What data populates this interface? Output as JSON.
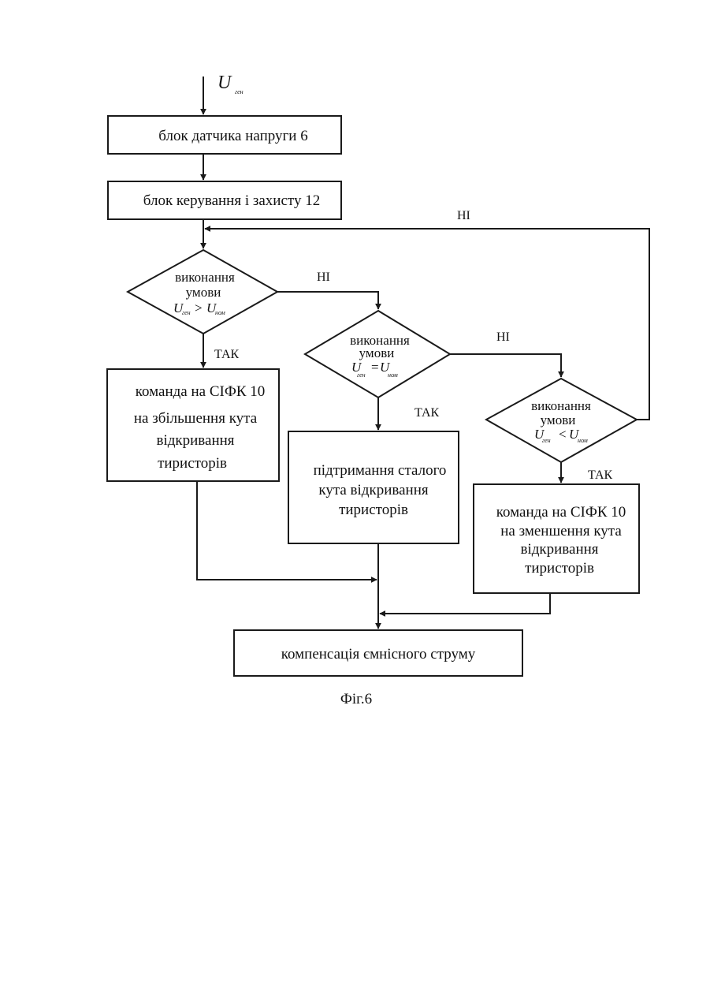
{
  "input": {
    "symbol": "U",
    "subscript": "ген"
  },
  "voltage_sensor_block": {
    "label": "блок датчика напруги  6"
  },
  "control_protection_block": {
    "label": "блок керування і захисту 12"
  },
  "condition_1": {
    "line1": "виконання",
    "line2": "умови",
    "left": "U",
    "left_sub": "ген",
    "op": ">",
    "right": "U",
    "right_sub": "ном"
  },
  "condition_2": {
    "line1": "виконання",
    "line2": "умови",
    "left": "U",
    "left_sub": "ген",
    "op": "=",
    "right": "U",
    "right_sub": "ном"
  },
  "condition_3": {
    "line1": "виконання",
    "line2": "умови",
    "left": "U",
    "left_sub": "ген",
    "op": "<",
    "right": "U",
    "right_sub": "ном"
  },
  "increase_angle_block": {
    "lines": [
      "команда на СІФК 10",
      "на збільшення кута",
      "відкривання",
      "тиристорів"
    ]
  },
  "hold_angle_block": {
    "lines": [
      "підтримання сталого",
      "кута відкривання",
      "тиристорів"
    ]
  },
  "decrease_angle_block": {
    "lines": [
      "команда на СІФК 10",
      "на зменшення кута",
      "відкривання",
      "тиристорів"
    ]
  },
  "compensation_block": {
    "label": "компенсація ємнісного струму"
  },
  "labels": {
    "yes_1": "ТАК",
    "yes_2": "ТАК",
    "yes_3": "ТАК",
    "no_1": "НІ",
    "no_2": "НІ",
    "no_3": "НІ"
  },
  "caption": "Фіг.6"
}
